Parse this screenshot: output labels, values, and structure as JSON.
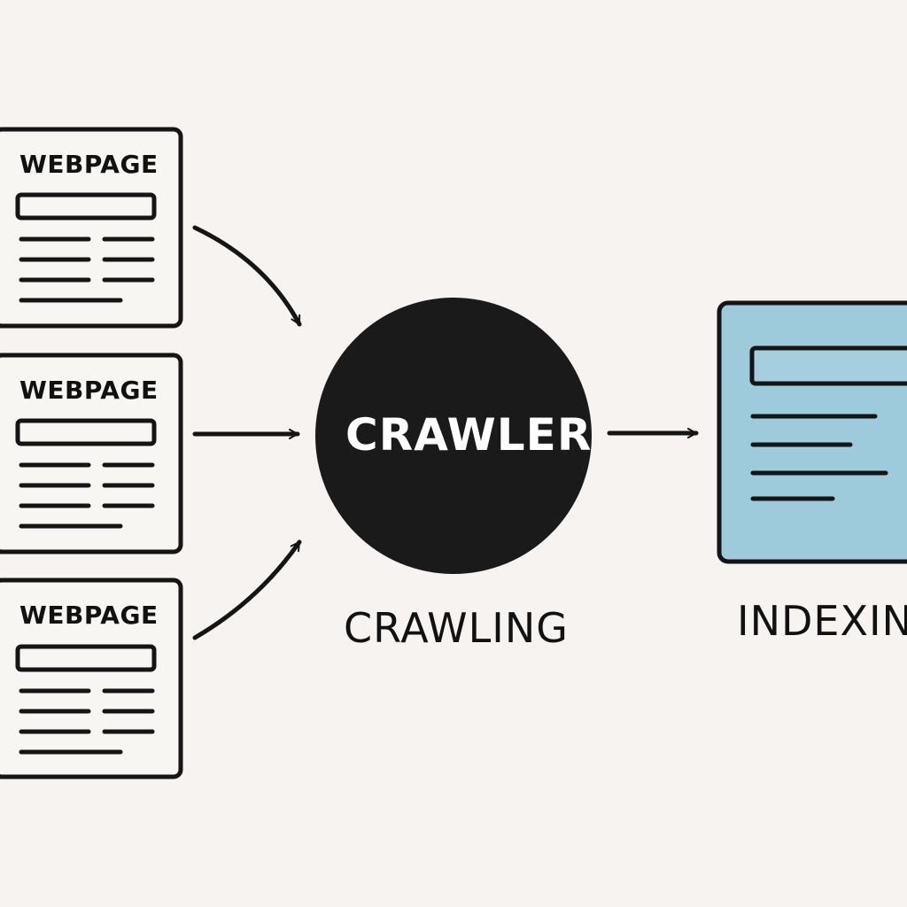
{
  "webpages": [
    {
      "title": "WEBPAGE"
    },
    {
      "title": "WEBPAGE"
    },
    {
      "title": "WEBPAGE"
    }
  ],
  "crawler": {
    "label": "CRAWLER"
  },
  "stages": {
    "crawling": "CRAWLING",
    "indexing": "INDEXIN"
  },
  "colors": {
    "background": "#f6f3f0",
    "ink": "#151515",
    "index_fill": "#9ecbdc"
  }
}
